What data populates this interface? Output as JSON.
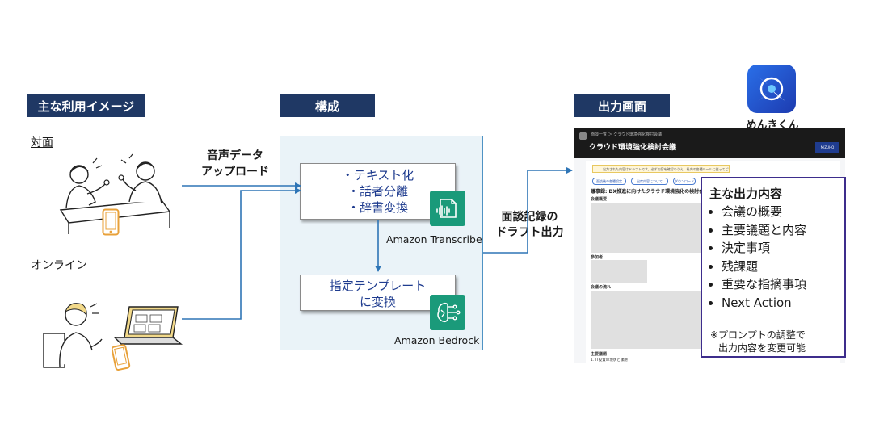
{
  "headers": {
    "usage": "主な利用イメージ",
    "config": "構成",
    "output": "出力画面"
  },
  "usage": {
    "in_person": "対面",
    "online": "オンライン"
  },
  "arrows": {
    "upload_line1": "音声データ",
    "upload_line2": "アップロード",
    "output_line1": "面談記録の",
    "output_line2": "ドラフト出力"
  },
  "transcribe_box": {
    "items": [
      "・テキスト化",
      "・話者分離",
      "・辞書変換"
    ],
    "service": "Amazon Transcribe"
  },
  "bedrock_box": {
    "line1": "指定テンプレート",
    "line2": "に変換",
    "service": "Amazon Bedrock"
  },
  "app": {
    "name": "めんきくん"
  },
  "screen": {
    "breadcrumb": "面談一覧 ＞ クラウド環境強化検討会議",
    "title": "クラウド環境強化検討会議",
    "brand": "MIZUHO",
    "notice": "出力された内容はドラフトです。必ず内容を確認のうえ、社内の各種ルールに従ってご利用ください。",
    "btn1": "面談後の各種設定",
    "btn2": "出席内容について",
    "btn3": "ダウンロード",
    "doc_title": "議事録: DX推進に向けたクラウド環境強化の検討会議",
    "sec_summary": "会議概要",
    "sec_attendees": "参加者",
    "sec_flow": "会議の流れ",
    "sec_topics": "主要議題",
    "sec_topic1": "1. IT投資の現状と課題"
  },
  "outputs": {
    "title": "主な出力内容",
    "items": [
      "会議の概要",
      "主要議題と内容",
      "決定事項",
      "残課題",
      "重要な指摘事項",
      "Next Action"
    ],
    "note_line1": "※プロンプトの調整で",
    "note_line2": "出力内容を変更可能"
  },
  "colors": {
    "header_bg": "#1f3864",
    "arrow": "#2e75b6",
    "config_bg": "#eaf3f8",
    "service_green": "#1a9a7a",
    "step_text": "#1f3c8f",
    "output_border": "#3d2d8c",
    "app_icon": "#1d4fd6"
  }
}
